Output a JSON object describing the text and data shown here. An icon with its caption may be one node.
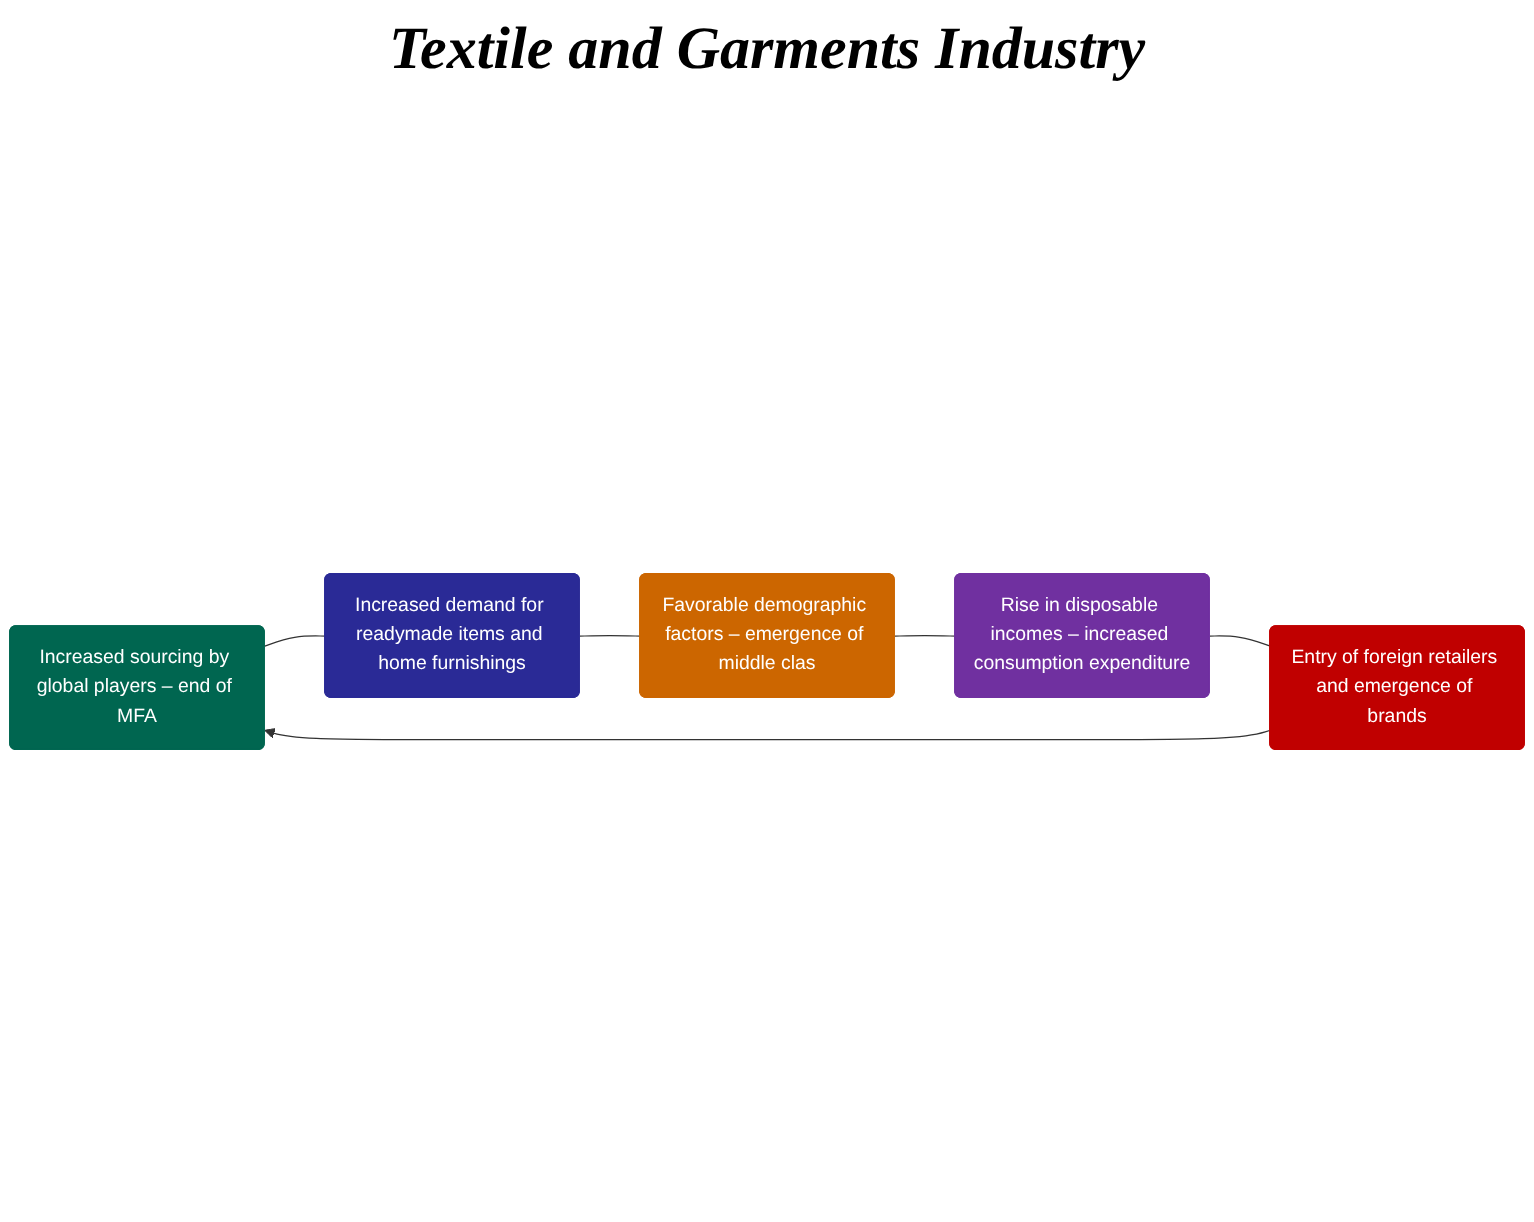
{
  "diagram": {
    "title": "Textile and Garments Industry",
    "nodes": [
      {
        "text": [
          "Increased sourcing by global players – end of MFA"
        ]
      },
      {
        "text": [
          "Increased demand for readymade items and home furnishings"
        ]
      },
      {
        "text": [
          "Favorable demographic factors – emergence of middle clas"
        ]
      },
      {
        "text": [
          "Rise in disposable incomes – increased consumption expenditure"
        ]
      },
      {
        "text": [
          "Entry of foreign retailers and emergence of brands"
        ]
      }
    ],
    "edges": [
      {
        "from": 0,
        "to": 1,
        "arrow": "none"
      },
      {
        "from": 1,
        "to": 2,
        "arrow": "none"
      },
      {
        "from": 2,
        "to": 3,
        "arrow": "none"
      },
      {
        "from": 3,
        "to": 4,
        "arrow": "none"
      },
      {
        "from": 4,
        "to": 0,
        "arrow": "to"
      }
    ]
  }
}
